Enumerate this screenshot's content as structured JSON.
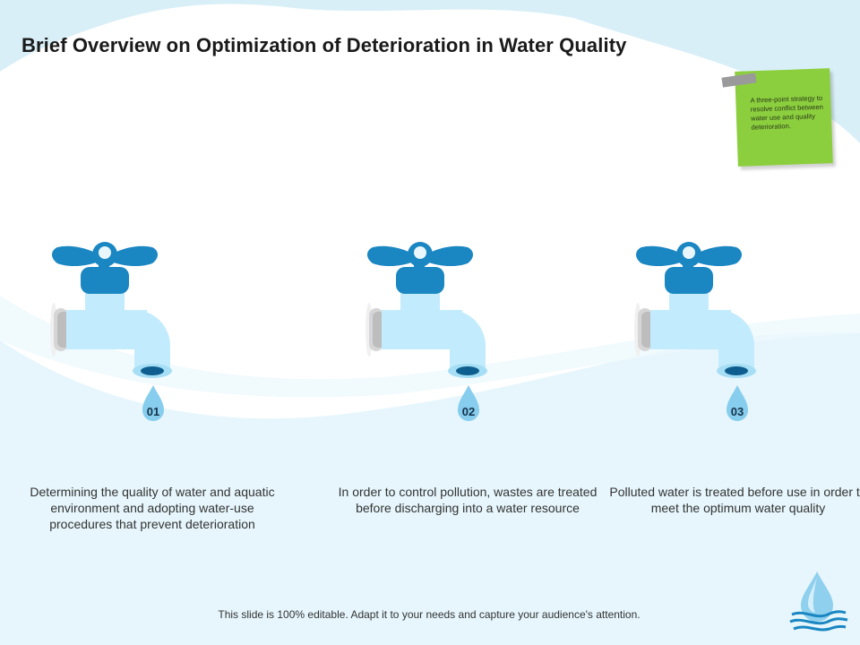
{
  "slide": {
    "title": "Brief Overview on Optimization of Deterioration in Water Quality",
    "note": "A three-point strategy to resolve conflict between water use and quality deterioration.",
    "items": [
      {
        "number": "01",
        "text": "Determining the quality of water and aquatic environment and adopting water-use procedures that prevent deterioration"
      },
      {
        "number": "02",
        "text": "In order to control pollution, wastes are treated before discharging into a water resource"
      },
      {
        "number": "03",
        "text": "Polluted water is treated before use in order to meet the optimum water quality"
      }
    ],
    "footer": "This slide is 100% editable. Adapt it to your needs and capture your audience's attention."
  },
  "colors": {
    "accent": "#1a86c2",
    "note": "#8ccf3e",
    "faucet_body": "#c2ecfd",
    "water_bg": "#e6f6fc"
  },
  "icons": [
    "faucet-icon",
    "water-drop-icon",
    "water-wave-logo-icon",
    "sticky-note"
  ]
}
